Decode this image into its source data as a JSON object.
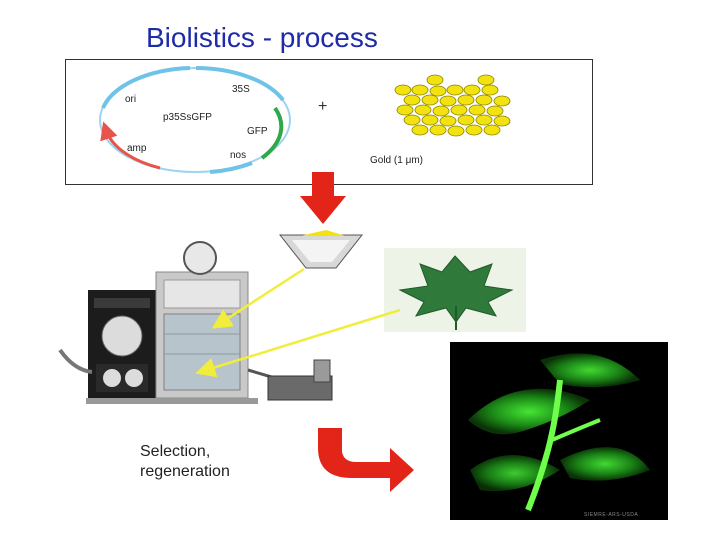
{
  "title": "Biolistics - process",
  "plasmid": {
    "labels": {
      "ori": "ori",
      "p35s": "35S",
      "construct": "p35SsGFP",
      "gfp": "GFP",
      "amp": "amp",
      "nos": "nos"
    }
  },
  "plus_sign": "+",
  "gold_label": "Gold (1 μm)",
  "selection_line1": "Selection,",
  "selection_line2": "regeneration",
  "photo_credit": "SIEMRE-ARS-USDA",
  "colors": {
    "title": "#1f2aa8",
    "gold": "#f2e20f",
    "arrow_red": "#e32418",
    "pointer_yellow": "#f0ee3a",
    "plasmid_blue": "#6fc3e8",
    "plasmid_green": "#2ea84a",
    "plasmid_red": "#e8544a"
  }
}
